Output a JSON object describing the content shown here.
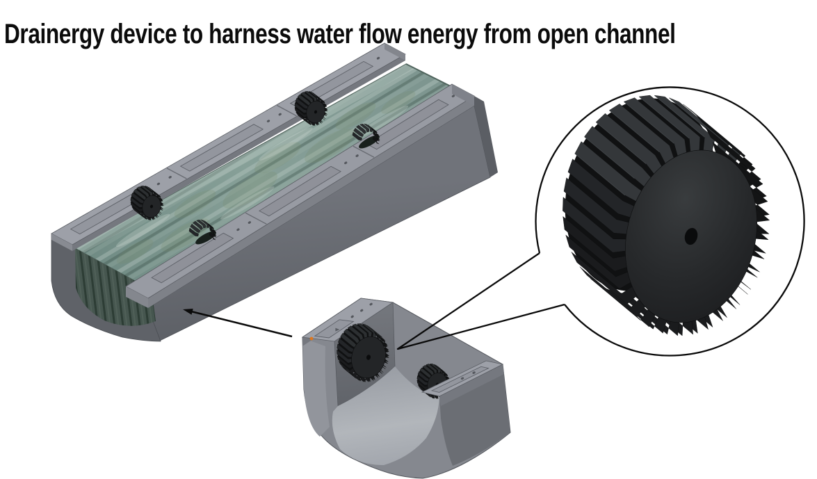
{
  "title": "Drainergy device to harness water flow energy from open channel",
  "colors": {
    "background": "#ffffff",
    "title_text": "#0b0b0b",
    "outline_black": "#0a0a0a",
    "channel_light_gray": "#9da0a8",
    "channel_medium_gray": "#85888f",
    "channel_dark_gray": "#5f6268",
    "water_teal": "#7e948e",
    "water_cut_face": "#46564f",
    "turbine_black": "#1b1c1d",
    "marker_orange": "#e0771c"
  },
  "figure": {
    "main_view": "open-channel-with-flowing-water-and-turbine-wheels",
    "section_view": "u-channel-segment-with-turbine-wheel",
    "detail_view": "magnified-turbine-paddle-wheel"
  }
}
